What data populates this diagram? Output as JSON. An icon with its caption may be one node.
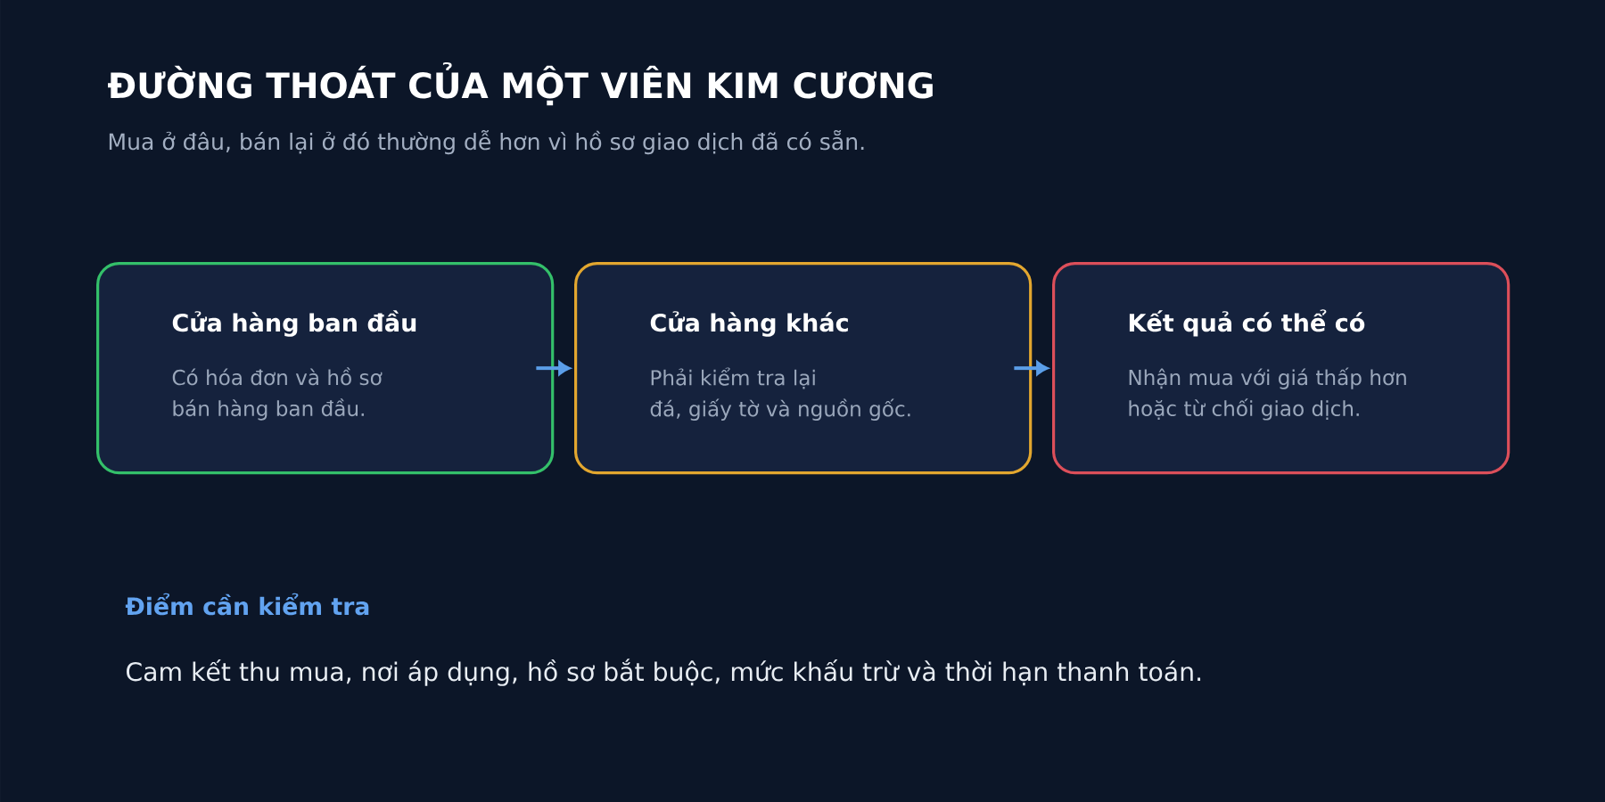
{
  "diagram": {
    "title": "ĐƯỜNG THOÁT CỦA MỘT VIÊN KIM CƯƠNG",
    "nodes": [
      {
        "text": [
          "Cửa hàng ban đầu",
          "Có hóa đơn và hồ sơ bán hàng ban đầu."
        ]
      },
      {
        "text": [
          "Cửa hàng khác",
          "Phải kiểm tra lại đá, giấy tờ và nguồn gốc."
        ]
      },
      {
        "text": [
          "Kết quả có thể có",
          "Nhận mua với giá thấp hơn hoặc từ chối giao dịch."
        ]
      }
    ],
    "edges": [
      {
        "from": 0,
        "to": 1,
        "arrow": "to"
      },
      {
        "from": 1,
        "to": 2,
        "arrow": "to"
      }
    ],
    "labels": [
      "Mua ở đâu, bán lại ở đó thường dễ hơn vì hồ sơ giao dịch đã có sẵn.",
      "Điểm cần kiểm tra",
      "Cam kết thu mua, nơi áp dụng, hồ sơ bắt buộc, mức khấu trừ và thời hạn thanh toán."
    ]
  }
}
